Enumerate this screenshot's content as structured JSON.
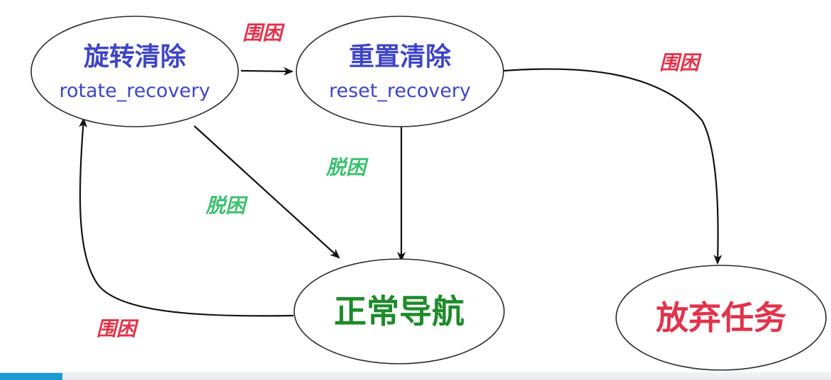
{
  "nodes": {
    "rotate": {
      "title": "旋转清除",
      "subtitle": "rotate_recovery",
      "title_color": "#3f45c4",
      "subtitle_color": "#3f45c4"
    },
    "reset": {
      "title": "重置清除",
      "subtitle": "reset_recovery",
      "title_color": "#3f45c4",
      "subtitle_color": "#3f45c4"
    },
    "normal": {
      "title": "正常导航",
      "title_color": "#1e8a2a"
    },
    "abort": {
      "title": "放弃任务",
      "title_color": "#e0344c"
    }
  },
  "edges": {
    "rotate_to_reset": {
      "label": "围困",
      "color": "#e0344c"
    },
    "reset_to_abort": {
      "label": "围困",
      "color": "#e0344c"
    },
    "reset_to_normal": {
      "label": "脱困",
      "color": "#3dbf6e"
    },
    "rotate_to_normal": {
      "label": "脱困",
      "color": "#3dbf6e"
    },
    "normal_to_rotate": {
      "label": "围困",
      "color": "#e0344c"
    }
  },
  "colors": {
    "stroke": "#111111",
    "accent_bar": "#1e9bd7"
  }
}
